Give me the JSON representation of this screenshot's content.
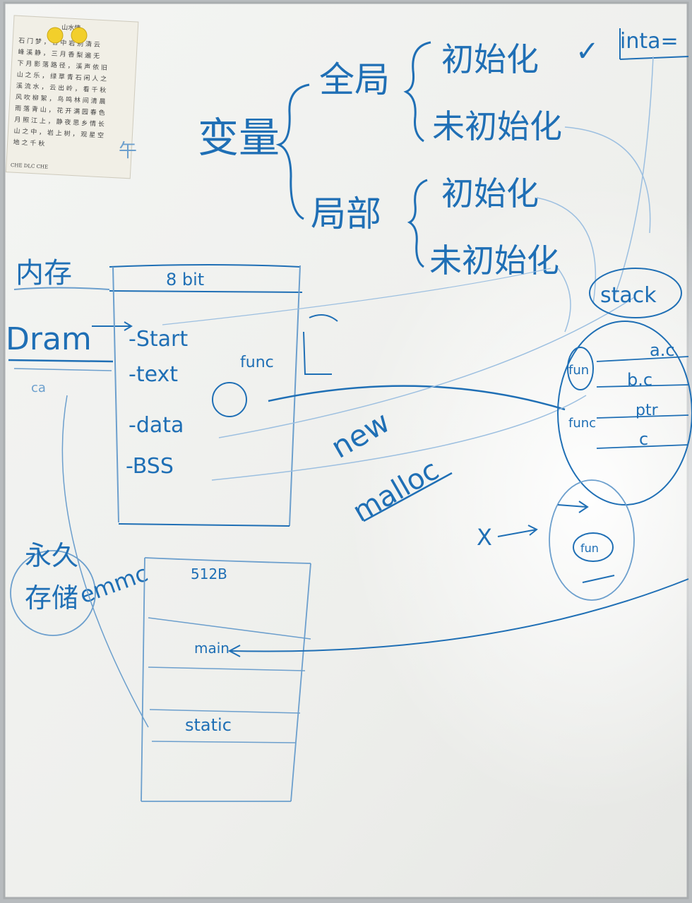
{
  "whiteboard": {
    "sticky_note": {
      "title": "山水情",
      "lines": [
        "石 门 梦 ， 谷 中 岩 别 清 云",
        "峰 溪 静 ， 三 月 香 梨 遍 无",
        "下 月 影 落 路 径 ， 溪 声 依 旧",
        "山 之 乐 ， 绿 草 青 石 闲 人 之",
        "溪 流 水 ， 云 出 岭 ， 看 千 秋",
        "风 吹 柳 絮 ， 鸟 鸣 林 间 清 晨",
        "雨 落 青 山 ， 花 开 满 园 春 色",
        "月 照 江 上 ， 静 夜 思 乡 情 长",
        "山 之 中 ， 岩 上 树 ， 观 星 空",
        "地 之 千 秋"
      ],
      "footer": "CHE DLC CHE"
    },
    "side_mark": "午",
    "title": "变量",
    "global": "全局",
    "global_initialized": "初始化",
    "global_uninitialized": "未初始化",
    "local": "局部",
    "local_initialized": "初始化",
    "local_uninitialized": "未初始化",
    "checkmark": "✓",
    "top_right_note": "inta=",
    "memory_label": "内存",
    "dram_label": "Dram",
    "memory_header": "8 bit",
    "segment_start": "-Start",
    "segment_text": "-text",
    "segment_data": "-data",
    "segment_bss": "-BSS",
    "text_side_note": "func",
    "new_label": "new",
    "malloc_label": "malloc",
    "stack_label": "stack",
    "stack_items": [
      "a.c",
      "b.c",
      "ptr",
      "c"
    ],
    "stack_left_items": [
      "fun",
      "func"
    ],
    "small_circle_item": "fun",
    "small_arrow_label": "X",
    "persistent_label_1": "永久",
    "persistent_label_2": "存储",
    "emmc_label": "emmc",
    "emmc_rows": [
      "512B",
      "main",
      "static"
    ],
    "left_small_note": "ca"
  }
}
